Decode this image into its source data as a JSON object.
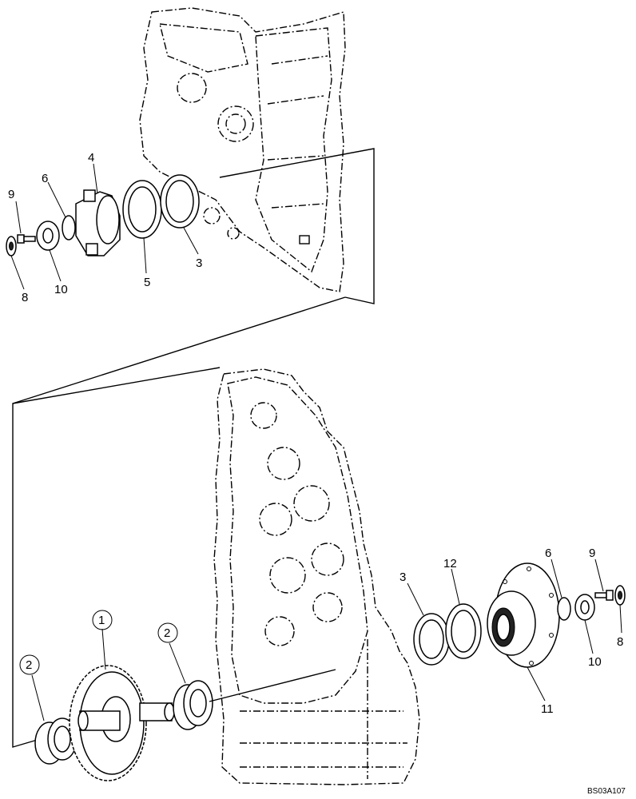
{
  "callouts": [
    {
      "id": "top-9",
      "text": "9"
    },
    {
      "id": "top-6",
      "text": "6"
    },
    {
      "id": "top-4",
      "text": "4"
    },
    {
      "id": "top-8",
      "text": "8"
    },
    {
      "id": "top-10",
      "text": "10"
    },
    {
      "id": "top-5",
      "text": "5"
    },
    {
      "id": "top-3",
      "text": "3"
    },
    {
      "id": "bot-1",
      "text": "1"
    },
    {
      "id": "bot-2a",
      "text": "2"
    },
    {
      "id": "bot-2b",
      "text": "2"
    },
    {
      "id": "bot-3",
      "text": "3"
    },
    {
      "id": "bot-12",
      "text": "12"
    },
    {
      "id": "bot-6",
      "text": "6"
    },
    {
      "id": "bot-9",
      "text": "9"
    },
    {
      "id": "bot-8",
      "text": "8"
    },
    {
      "id": "bot-10",
      "text": "10"
    },
    {
      "id": "bot-11",
      "text": "11"
    }
  ],
  "drawing_code": "BS03A107"
}
